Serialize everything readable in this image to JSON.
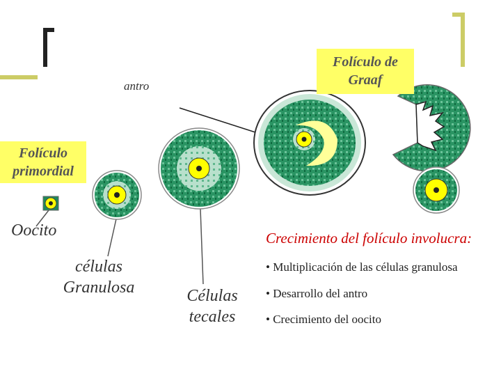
{
  "slide": {
    "graaf_box": "Folículo de Graaf",
    "primordial_box": "Folículo primordial",
    "antro": "antro",
    "oocito": "Oocito",
    "granulosa": "células Granulosa",
    "tecales": "Células tecales",
    "growth_heading": "Crecimiento del folículo involucra:",
    "bullets": [
      "• Multiplicación de las células granulosa",
      "• Desarrollo del antro",
      "• Crecimiento del oocito"
    ]
  },
  "colors": {
    "theca_green": "#1f8a5a",
    "granulosa_light": "#b8e0cc",
    "antrum_cream": "#ffff99",
    "oocyte_yellow": "#ffff00",
    "label_yellow": "#ffff66",
    "accent_olive": "#cccc66",
    "bracket_dark": "#222222"
  }
}
